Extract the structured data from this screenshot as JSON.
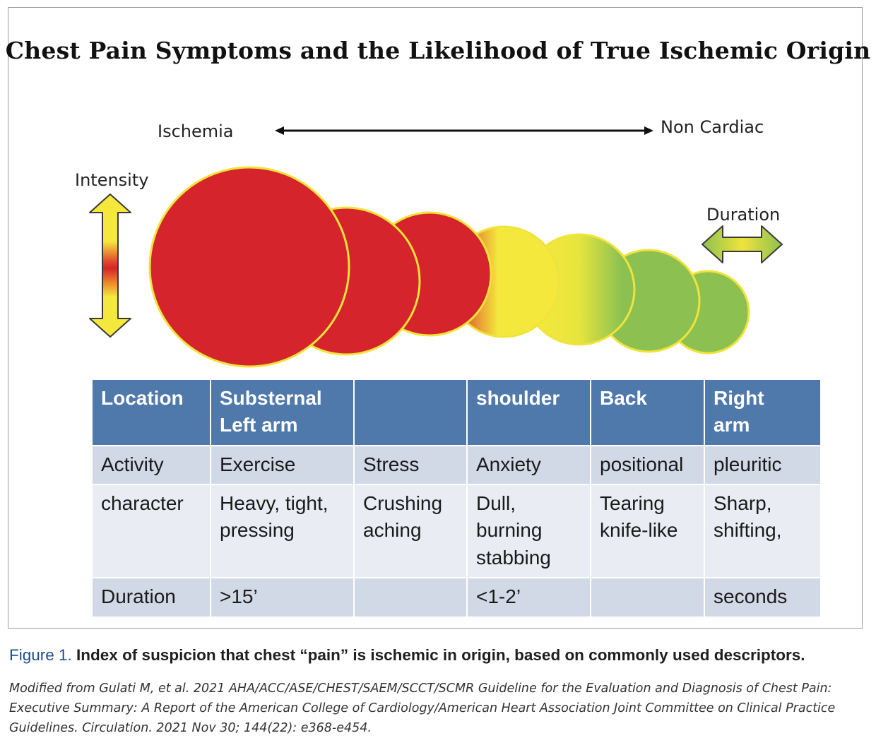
{
  "title": "Chest Pain Symptoms and the Likelihood of True Ischemic Origin",
  "spectrum": {
    "left_label": "Ischemia",
    "right_label": "Non Cardiac"
  },
  "intensity_label": "Intensity",
  "duration_label": "Duration",
  "colors": {
    "red": "#d5242b",
    "yellow": "#f5e83c",
    "green": "#8cc152",
    "header_blue": "#4f78ab"
  },
  "table": {
    "header": [
      "Location",
      "Substernal\nLeft arm",
      "",
      "shoulder",
      "Back",
      "Right\narm"
    ],
    "rows": [
      [
        "Activity",
        "Exercise",
        "Stress",
        "Anxiety",
        "positional",
        "pleuritic"
      ],
      [
        "character",
        "Heavy, tight,\npressing",
        "Crushing\naching",
        "Dull,\nburning\nstabbing",
        "Tearing\nknife-like",
        "Sharp,\nshifting,"
      ],
      [
        "Duration",
        ">15’",
        "",
        "<1-2’",
        "",
        "seconds"
      ]
    ]
  },
  "caption": {
    "figure_label": "Figure 1.",
    "text": " Index of suspicion that chest “pain” is ischemic in origin, based on commonly used descriptors.",
    "source": "Modified from Gulati M, et al. 2021 AHA/ACC/ASE/CHEST/SAEM/SCCT/SCMR Guideline for the Evaluation and Diagnosis of Chest Pain: Executive Summary: A Report of the American College of Cardiology/American Heart Association Joint Committee on Clinical Practice Guidelines. Circulation. 2021 Nov 30; 144(22): e368-e454."
  }
}
